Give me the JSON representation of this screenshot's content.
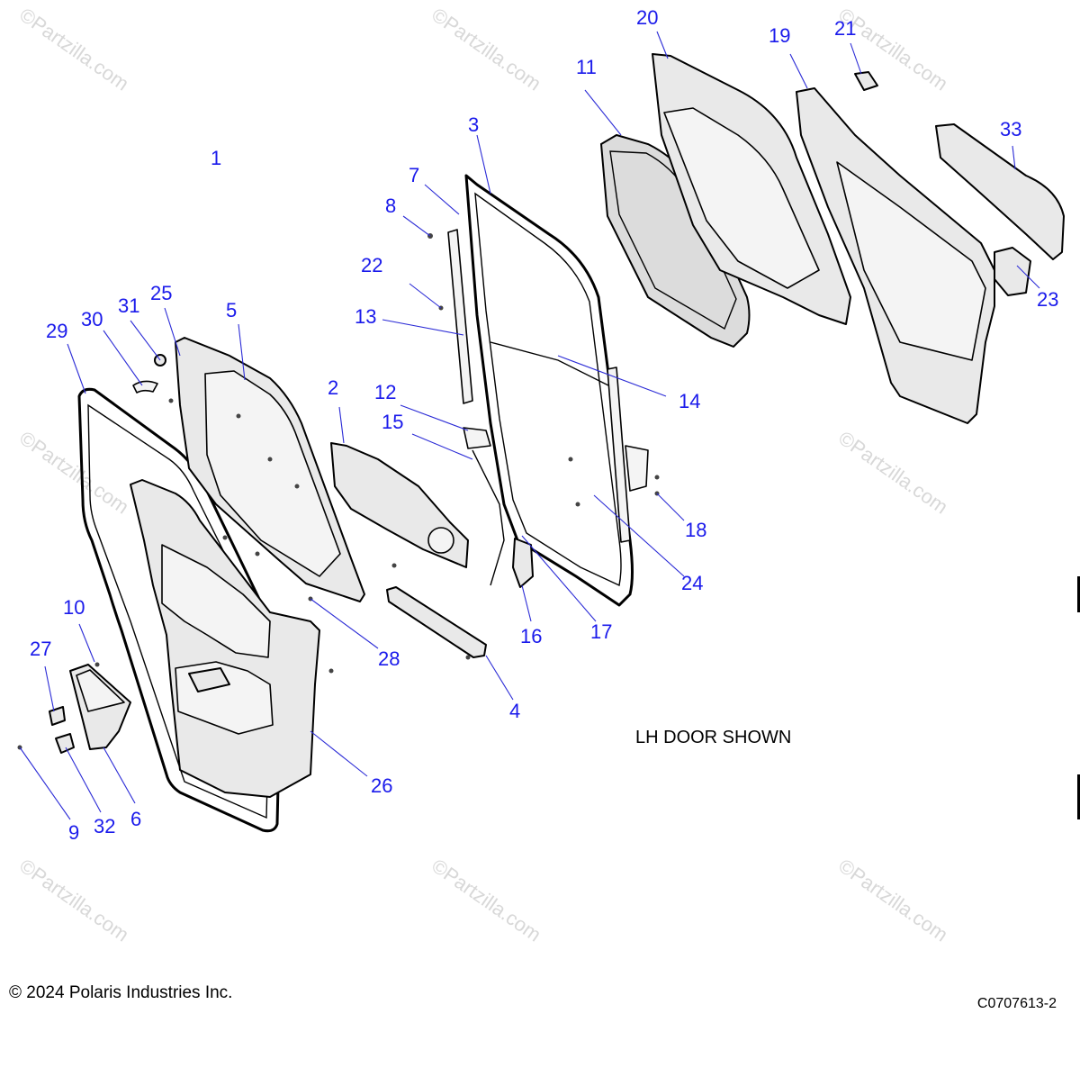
{
  "note": "LH DOOR SHOWN",
  "copyright": "© 2024 Polaris Industries Inc.",
  "drawing_code": "C0707613-2",
  "watermark": "©Partzilla.com",
  "callouts": [
    {
      "id": "c1",
      "label": "1"
    },
    {
      "id": "c2",
      "label": "2"
    },
    {
      "id": "c3",
      "label": "3"
    },
    {
      "id": "c4",
      "label": "4"
    },
    {
      "id": "c5",
      "label": "5"
    },
    {
      "id": "c6",
      "label": "6"
    },
    {
      "id": "c7",
      "label": "7"
    },
    {
      "id": "c8",
      "label": "8"
    },
    {
      "id": "c9",
      "label": "9"
    },
    {
      "id": "c10",
      "label": "10"
    },
    {
      "id": "c11",
      "label": "11"
    },
    {
      "id": "c12",
      "label": "12"
    },
    {
      "id": "c13",
      "label": "13"
    },
    {
      "id": "c14",
      "label": "14"
    },
    {
      "id": "c15",
      "label": "15"
    },
    {
      "id": "c16",
      "label": "16"
    },
    {
      "id": "c17",
      "label": "17"
    },
    {
      "id": "c18",
      "label": "18"
    },
    {
      "id": "c19",
      "label": "19"
    },
    {
      "id": "c20",
      "label": "20"
    },
    {
      "id": "c21",
      "label": "21"
    },
    {
      "id": "c22",
      "label": "22"
    },
    {
      "id": "c23",
      "label": "23"
    },
    {
      "id": "c24",
      "label": "24"
    },
    {
      "id": "c25",
      "label": "25"
    },
    {
      "id": "c26",
      "label": "26"
    },
    {
      "id": "c27",
      "label": "27"
    },
    {
      "id": "c28",
      "label": "28"
    },
    {
      "id": "c29",
      "label": "29"
    },
    {
      "id": "c30",
      "label": "30"
    },
    {
      "id": "c31",
      "label": "31"
    },
    {
      "id": "c32",
      "label": "32"
    },
    {
      "id": "c33",
      "label": "33"
    }
  ]
}
